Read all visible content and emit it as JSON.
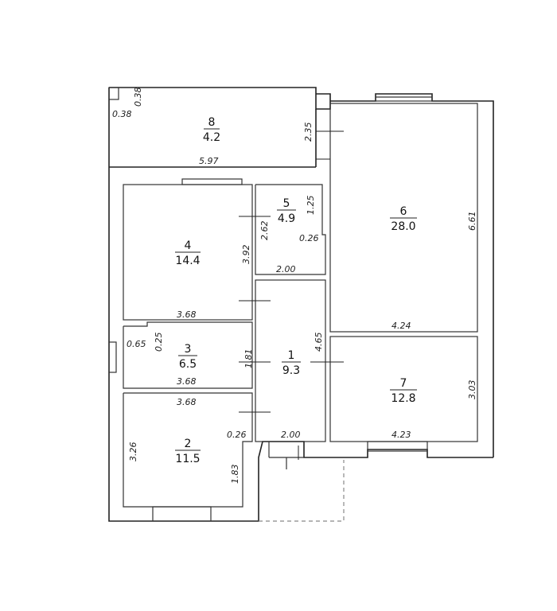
{
  "rooms": [
    {
      "number": "8",
      "area": "4.2"
    },
    {
      "number": "6",
      "area": "28.0"
    },
    {
      "number": "5",
      "area": "4.9"
    },
    {
      "number": "4",
      "area": "14.4"
    },
    {
      "number": "3",
      "area": "6.5"
    },
    {
      "number": "1",
      "area": "9.3"
    },
    {
      "number": "7",
      "area": "12.8"
    },
    {
      "number": "2",
      "area": "11.5"
    }
  ],
  "dimensions": {
    "d_038_v": "0.38",
    "d_038_h": "0.38",
    "d_235": "2.35",
    "d_597": "5.97",
    "d_125": "1.25",
    "d_262": "2.62",
    "d_026_a": "0.26",
    "d_661": "6.61",
    "d_392": "3.92",
    "d_200_a": "2.00",
    "d_368_a": "3.68",
    "d_424": "4.24",
    "d_465": "4.65",
    "d_025": "0.25",
    "d_065": "0.65",
    "d_181": "1.81",
    "d_368_b": "3.68",
    "d_368_c": "3.68",
    "d_303": "3.03",
    "d_326": "3.26",
    "d_026_b": "0.26",
    "d_200_b": "2.00",
    "d_423": "4.23",
    "d_183": "1.83"
  }
}
